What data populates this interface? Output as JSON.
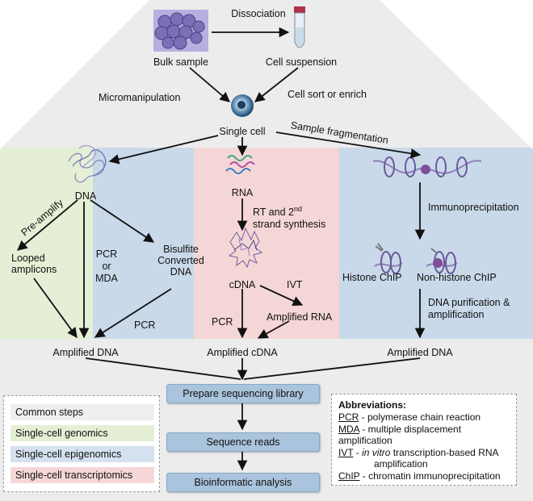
{
  "top": {
    "bulk_sample": "Bulk sample",
    "dissociation": "Dissociation",
    "cell_suspension": "Cell suspension",
    "micromanipulation": "Micromanipulation",
    "cell_sort": "Cell sort or enrich",
    "single_cell": "Single cell",
    "sample_fragmentation": "Sample fragmentation"
  },
  "genomics": {
    "dna": "DNA",
    "pre_amplify": "Pre-amplify",
    "looped": "Looped amplicons",
    "pcr_mda": "PCR or MDA",
    "bisulfite": "Bisulfite Converted DNA",
    "pcr": "PCR",
    "amplified_dna": "Amplified DNA"
  },
  "transcriptomics": {
    "rna": "RNA",
    "rt_prefix": "RT and 2",
    "rt_sup": "nd",
    "rt_suffix": "strand synthesis",
    "cdna": "cDNA",
    "ivt": "IVT",
    "amplified_rna": "Amplified RNA",
    "pcr": "PCR",
    "amplified_cdna": "Amplified cDNA"
  },
  "epigenomics": {
    "immunoprecipitation": "Immunoprecipitation",
    "histone_chip": "Histone ChIP",
    "nonhistone_chip": "Non-histone ChIP",
    "dna_purification": "DNA purification & amplification",
    "amplified_dna": "Amplified DNA"
  },
  "common": {
    "prepare": "Prepare sequencing library",
    "sequence": "Sequence reads",
    "bioinformatic": "Bioinformatic analysis"
  },
  "legend": {
    "items": [
      {
        "label": "Common steps",
        "color": "#eeeeee"
      },
      {
        "label": "Single-cell genomics",
        "color": "#e4efd6"
      },
      {
        "label": "Single-cell epigenomics",
        "color": "#d5e1ee"
      },
      {
        "label": "Single-cell transcriptomics",
        "color": "#f5d7d7"
      }
    ]
  },
  "abbreviations": {
    "title": "Abbreviations:",
    "pcr_key": "PCR",
    "pcr_def": " - polymerase chain reaction",
    "mda_key": "MDA",
    "mda_def": " - multiple displacement",
    "mda_def2": "amplification",
    "ivt_key": "IVT",
    "ivt_mid": " - ",
    "ivt_italic": "in vitro",
    "ivt_def": " transcription-based RNA",
    "ivt_def2": "amplification",
    "chip_key": "ChIP",
    "chip_def": " - chromatin immunoprecipitation"
  },
  "colors": {
    "common": "#ececec",
    "genomics": "#e4efd6",
    "epigenomics": "#c9d9ea",
    "transcriptomics": "#f5d6d6",
    "box": "#a9c4dc"
  }
}
